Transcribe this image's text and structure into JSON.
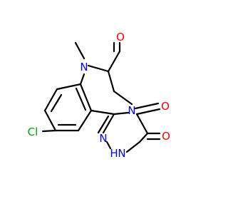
{
  "molecule": {
    "colors": {
      "bond": "#000000",
      "carbon": "#000000",
      "nitrogen": "#0000ff",
      "oxygen": "#ff0000",
      "chlorine": "#00a000"
    },
    "atoms": [
      {
        "id": "O1",
        "element": "O",
        "label": "O",
        "color_key": "oxygen"
      },
      {
        "id": "N_methyl",
        "element": "N",
        "label": "N",
        "color_key": "nitrogen"
      },
      {
        "id": "N_ring",
        "element": "N",
        "label": "N",
        "color_key": "nitrogen"
      },
      {
        "id": "O2",
        "element": "O",
        "label": "O",
        "color_key": "oxygen"
      },
      {
        "id": "Cl",
        "element": "Cl",
        "label": "Cl",
        "color_key": "chlorine"
      },
      {
        "id": "N_imine",
        "element": "N",
        "label": "N",
        "color_key": "nitrogen"
      },
      {
        "id": "N_H",
        "element": "N",
        "label": "N",
        "color_key": "nitrogen"
      },
      {
        "id": "H",
        "element": "H",
        "label": "H",
        "color_key": "nitrogen"
      },
      {
        "id": "O3",
        "element": "O",
        "label": "O",
        "color_key": "oxygen"
      }
    ]
  }
}
